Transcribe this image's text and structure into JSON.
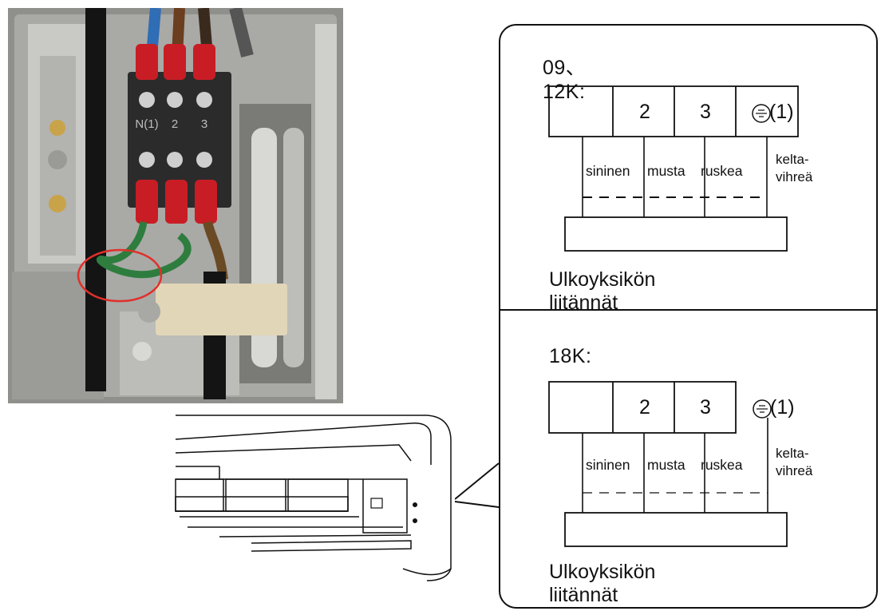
{
  "diagrams": [
    {
      "title": "09、12K:",
      "terminals": [
        "2",
        "3"
      ],
      "ground_terminal": "(1)",
      "wires": [
        "sininen",
        "musta",
        "ruskea"
      ],
      "ground_wire": [
        "kelta-",
        "vihreä"
      ],
      "caption": "Ulkoyksikön liitännät"
    },
    {
      "title": "18K:",
      "terminals": [
        "2",
        "3"
      ],
      "ground_terminal": "(1)",
      "wires": [
        "sininen",
        "musta",
        "ruskea"
      ],
      "ground_wire": [
        "kelta-",
        "vihreä"
      ],
      "caption": "Ulkoyksikön liitännät"
    }
  ],
  "photo": {
    "terminal_labels": [
      "N(1)",
      "2",
      "3"
    ]
  },
  "colors": {
    "wire_red": "#c81d25",
    "wire_green": "#2e7d3e",
    "wire_blue": "#2f6db5",
    "wire_brown": "#6a3e1e",
    "terminal_block": "#2b2b2b",
    "housing": "#b9b9b6",
    "highlight_circle": "#e0302a"
  }
}
